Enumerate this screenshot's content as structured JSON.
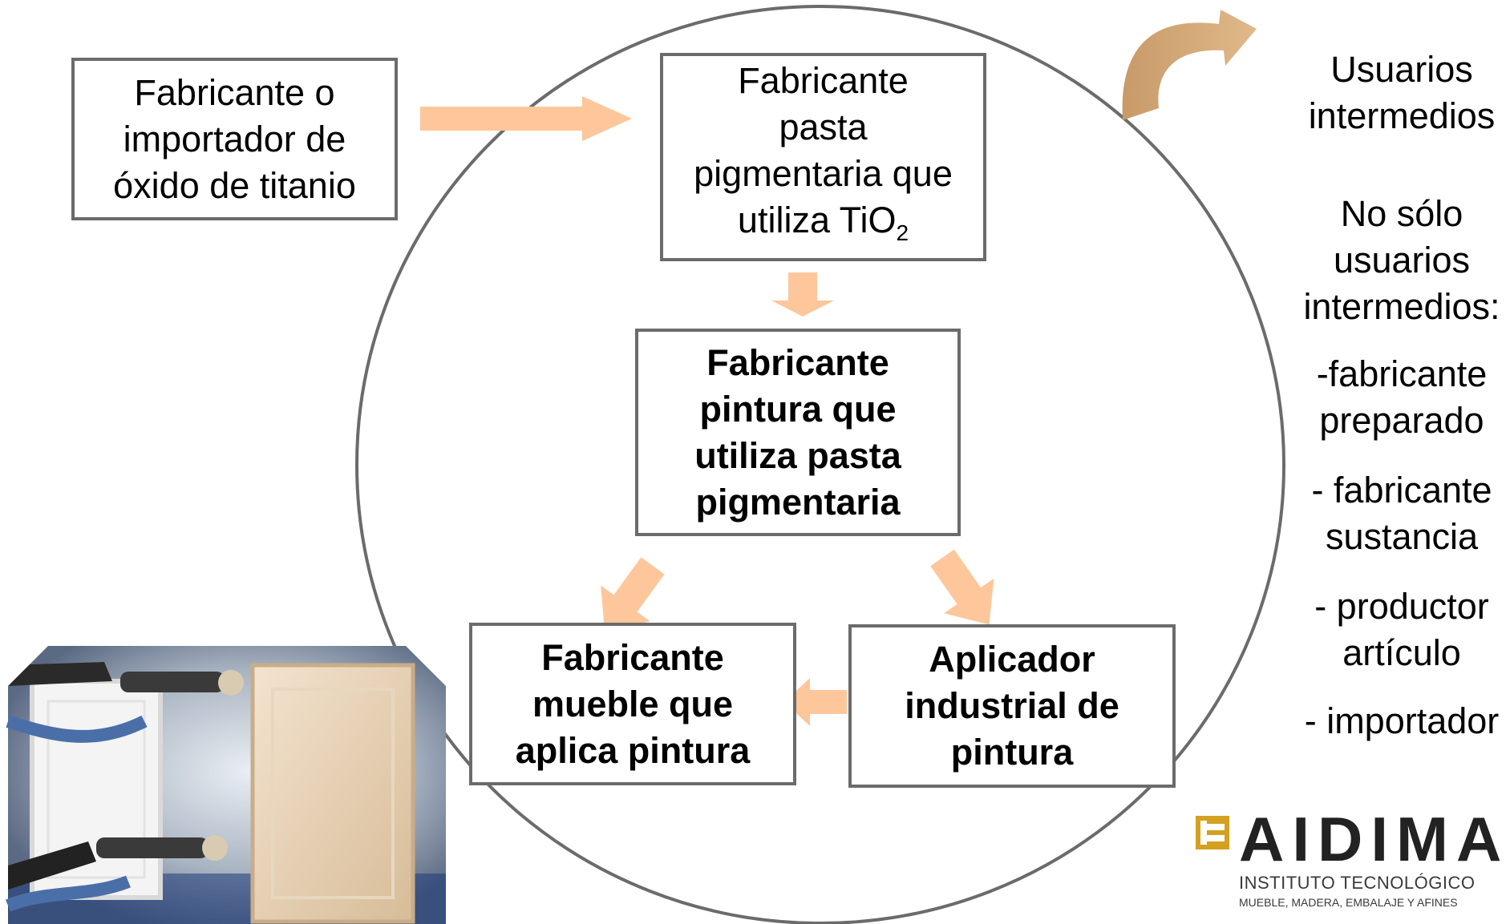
{
  "colors": {
    "arrow": "#fdc79b",
    "curved_arrow": "#d6a874",
    "border": "#6b6b6b",
    "logo_accent": "#d4a020"
  },
  "boxes": {
    "importer": [
      "Fabricante o",
      "importador de",
      "óxido de titanio"
    ],
    "pigment": {
      "lines": [
        "Fabricante",
        "pasta",
        "pigmentaria que"
      ],
      "last": "utiliza TiO",
      "sub": "2"
    },
    "paint": [
      "Fabricante",
      "pintura que",
      "utiliza pasta",
      "pigmentaria"
    ],
    "furniture": [
      "Fabricante",
      "mueble que",
      "aplica pintura"
    ],
    "applicator": [
      "Aplicador",
      "industrial de",
      "pintura"
    ]
  },
  "side": {
    "title": [
      "Usuarios",
      "intermedios"
    ],
    "intro": [
      "No sólo",
      "usuarios",
      "intermedios:"
    ],
    "items": [
      [
        "-fabricante",
        "preparado"
      ],
      [
        "- fabricante",
        "sustancia"
      ],
      [
        "- productor",
        "artículo"
      ],
      [
        "- importador"
      ]
    ]
  },
  "logo": {
    "name": "AIDIMA",
    "line1": "INSTITUTO TECNOLÓGICO",
    "line2": "MUEBLE, MADERA, EMBALAJE Y AFINES"
  }
}
